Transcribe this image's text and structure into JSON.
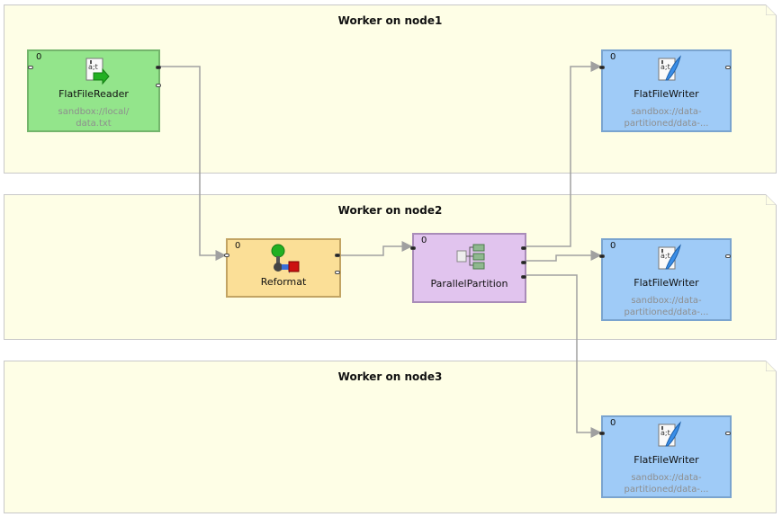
{
  "lanes": [
    {
      "title": "Worker on node1"
    },
    {
      "title": "Worker on node2"
    },
    {
      "title": "Worker on node3"
    }
  ],
  "components": {
    "reader": {
      "num": "0",
      "name": "FlatFileReader",
      "file_line1": "sandbox://local/",
      "file_line2": "data.txt",
      "icon": "file-reader-icon"
    },
    "writer1": {
      "num": "0",
      "name": "FlatFileWriter",
      "file_line1": "sandbox://data-",
      "file_line2": "partitioned/data-...",
      "icon": "file-writer-icon"
    },
    "reformat": {
      "num": "0",
      "name": "Reformat",
      "icon": "reformat-icon"
    },
    "partition": {
      "num": "0",
      "name": "ParallelPartition",
      "icon": "partition-icon"
    },
    "writer2": {
      "num": "0",
      "name": "FlatFileWriter",
      "file_line1": "sandbox://data-",
      "file_line2": "partitioned/data-...",
      "icon": "file-writer-icon"
    },
    "writer3": {
      "num": "0",
      "name": "FlatFileWriter",
      "file_line1": "sandbox://data-",
      "file_line2": "partitioned/data-...",
      "icon": "file-writer-icon"
    }
  },
  "colors": {
    "lane_bg": "#fefee6",
    "reader": "#93e58b",
    "writer": "#9fcbf7",
    "reformat": "#fbdf97",
    "partition": "#e1c4ee",
    "edge": "#a0a0a0"
  }
}
